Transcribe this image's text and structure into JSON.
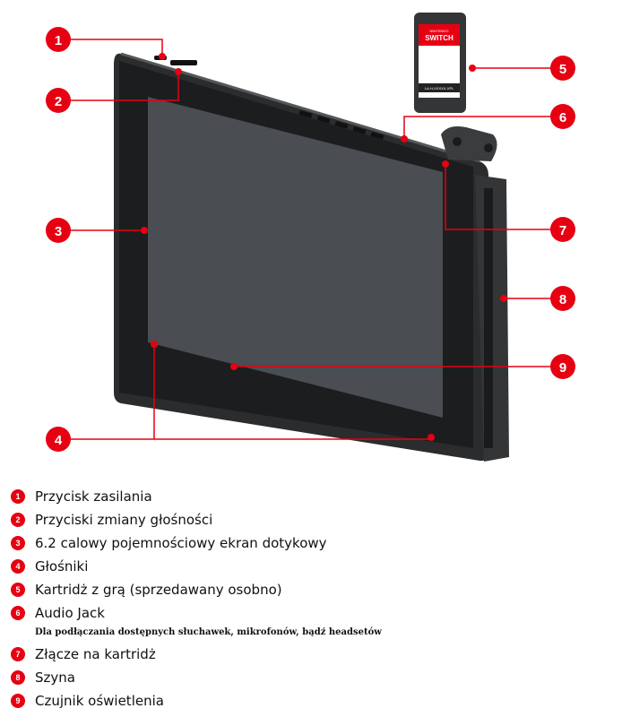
{
  "colors": {
    "accent": "#e60012",
    "body": "#2f3133",
    "screen": "#4a4d51"
  },
  "callouts": [
    "1",
    "2",
    "3",
    "4",
    "5",
    "6",
    "7",
    "8",
    "9"
  ],
  "cartridge": {
    "brand_small": "NINTENDO",
    "brand": "SWITCH",
    "code": "LA-H-XXXXX-XPL"
  },
  "legend": [
    {
      "num": "1",
      "label": "Przycisk zasilania"
    },
    {
      "num": "2",
      "label": "Przyciski zmiany głośności"
    },
    {
      "num": "3",
      "label": "6.2 calowy pojemnościowy ekran dotykowy"
    },
    {
      "num": "4",
      "label": "Głośniki"
    },
    {
      "num": "5",
      "label": "Kartridż z grą (sprzedawany osobno)"
    },
    {
      "num": "6",
      "label": "Audio Jack"
    },
    {
      "num": "7",
      "label": "Złącze na kartridż"
    },
    {
      "num": "8",
      "label": "Szyna"
    },
    {
      "num": "9",
      "label": "Czujnik oświetlenia"
    }
  ],
  "audio_jack_note": "Dla podłączania dostępnych słuchawek, mikrofonów, bądź headsetów"
}
